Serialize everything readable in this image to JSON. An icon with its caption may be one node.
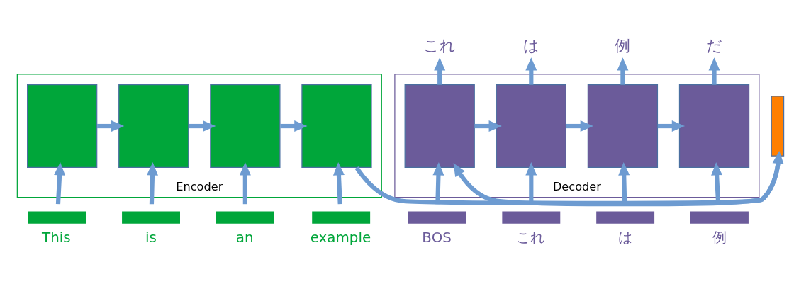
{
  "diagram": {
    "nodes": [
      {
        "text": [
          "Encoder"
        ]
      },
      {
        "text": [],
        "shape": "box",
        "in": 0
      },
      {
        "text": [],
        "shape": "box",
        "in": 0
      },
      {
        "text": [],
        "shape": "box",
        "in": 0
      },
      {
        "text": [],
        "shape": "box",
        "in": 0
      },
      {
        "text": [
          "Decoder"
        ]
      },
      {
        "text": [],
        "shape": "box",
        "in": 5
      },
      {
        "text": [],
        "shape": "box",
        "in": 5
      },
      {
        "text": [],
        "shape": "box",
        "in": 5
      },
      {
        "text": [],
        "shape": "box",
        "in": 5
      },
      {
        "text": [],
        "shape": "bar"
      },
      {
        "text": [
          "This"
        ]
      },
      {
        "text": [
          "is"
        ]
      },
      {
        "text": [
          "an"
        ]
      },
      {
        "text": [
          "example"
        ]
      },
      {
        "text": [
          "BOS"
        ]
      },
      {
        "text": [
          "これ"
        ]
      },
      {
        "text": [
          "は"
        ]
      },
      {
        "text": [
          "例"
        ]
      },
      {
        "text": [
          "これ"
        ]
      },
      {
        "text": [
          "は"
        ]
      },
      {
        "text": [
          "例"
        ]
      },
      {
        "text": [
          "だ"
        ]
      }
    ],
    "edges": [
      {
        "from": 1,
        "to": 2,
        "arrow": "to"
      },
      {
        "from": 2,
        "to": 3,
        "arrow": "to"
      },
      {
        "from": 3,
        "to": 4,
        "arrow": "to"
      },
      {
        "from": 4,
        "to": 10,
        "arrow": "to"
      },
      {
        "from": 10,
        "to": 6,
        "arrow": "to"
      },
      {
        "from": 6,
        "to": 7,
        "arrow": "to"
      },
      {
        "from": 7,
        "to": 8,
        "arrow": "to"
      },
      {
        "from": 8,
        "to": 9,
        "arrow": "to"
      },
      {
        "from": 11,
        "to": 1,
        "arrow": "to"
      },
      {
        "from": 12,
        "to": 2,
        "arrow": "to"
      },
      {
        "from": 13,
        "to": 3,
        "arrow": "to"
      },
      {
        "from": 14,
        "to": 4,
        "arrow": "to"
      },
      {
        "from": 15,
        "to": 6,
        "arrow": "to"
      },
      {
        "from": 16,
        "to": 7,
        "arrow": "to"
      },
      {
        "from": 17,
        "to": 8,
        "arrow": "to"
      },
      {
        "from": 18,
        "to": 9,
        "arrow": "to"
      },
      {
        "from": 6,
        "to": 19,
        "arrow": "to"
      },
      {
        "from": 7,
        "to": 20,
        "arrow": "to"
      },
      {
        "from": 8,
        "to": 21,
        "arrow": "to"
      },
      {
        "from": 9,
        "to": 22,
        "arrow": "to"
      }
    ]
  }
}
